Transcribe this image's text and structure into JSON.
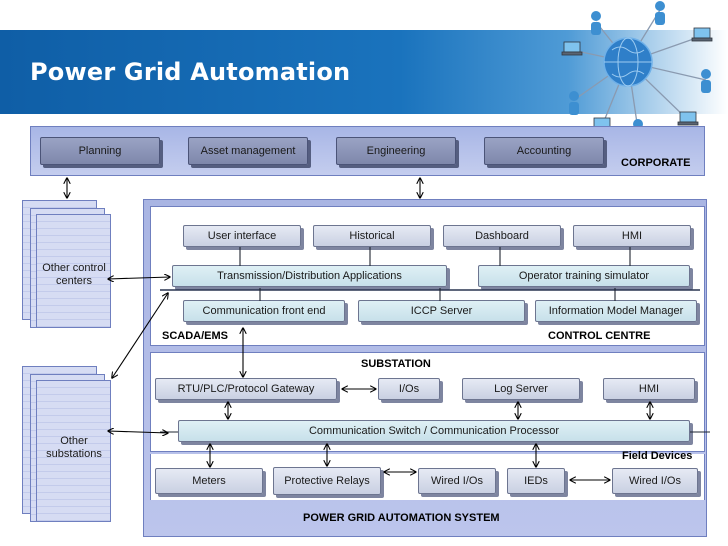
{
  "title": "Power Grid Automation",
  "corporate": {
    "label": "CORPORATE",
    "boxes": [
      "Planning",
      "Asset management",
      "Engineering",
      "Accounting"
    ]
  },
  "side": {
    "other_control_centers": "Other control centers",
    "other_substations": "Other substations"
  },
  "control_centre": {
    "label": "CONTROL CENTRE",
    "scada_label": "SCADA/EMS",
    "row1": [
      "User interface",
      "Historical",
      "Dashboard",
      "HMI"
    ],
    "row2": [
      "Transmission/Distribution Applications",
      "Operator training simulator"
    ],
    "row3": [
      "Communication front end",
      "ICCP Server",
      "Information Model Manager"
    ]
  },
  "substation": {
    "label": "SUBSTATION",
    "row1": [
      "RTU/PLC/Protocol Gateway",
      "I/Os",
      "Log Server",
      "HMI"
    ],
    "comm": "Communication Switch / Communication Processor"
  },
  "field": {
    "label": "Field Devices",
    "boxes": [
      "Meters",
      "Protective Relays",
      "Wired I/Os",
      "IEDs",
      "Wired I/Os"
    ]
  },
  "system_label": "POWER GRID AUTOMATION SYSTEM",
  "colors": {
    "header_blue": "#1a73bd",
    "band_blue": "#b0bbe7",
    "box_gray": "#7e87ab"
  },
  "icons": [
    "globe-icon",
    "person-icon",
    "laptop-icon",
    "double-arrow-icon"
  ]
}
